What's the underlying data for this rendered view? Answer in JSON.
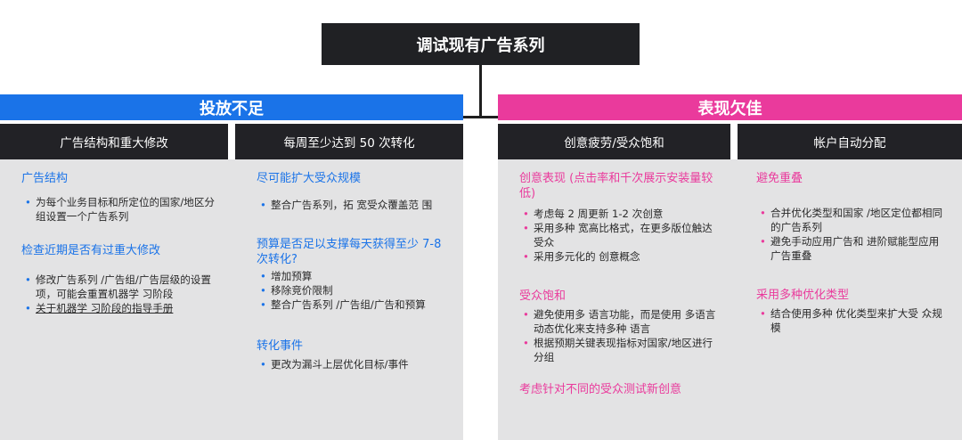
{
  "colors": {
    "blue": "#1a73e8",
    "pink": "#ea3a9c",
    "dark": "#202124",
    "panel": "#e3e3e4"
  },
  "root": {
    "title": "调试现有广告系列"
  },
  "left": {
    "title": "投放不足",
    "col1": {
      "header": "广告结构和重大修改",
      "s1_title": "广告结构",
      "s1_items": [
        "为每个业务目标和所定位的国家/地区分组设置一个广告系列"
      ],
      "s2_title": "检查近期是否有过重大修改",
      "s2_items": [
        "修改广告系列 /广告组/广告层级的设置项，可能会重置机器学 习阶段",
        "关于机器学 习阶段的指导手册"
      ]
    },
    "col2": {
      "header": "每周至少达到 50 次转化",
      "s1_title": "尽可能扩大受众规模",
      "s1_items": [
        "整合广告系列，拓 宽受众覆盖范 围"
      ],
      "s2_title": "预算是否足以支撑每天获得至少 7-8 次转化?",
      "s2_items": [
        "增加预算",
        "移除竞价限制",
        "整合广告系列 /广告组/广告和预算"
      ],
      "s3_title": "转化事件",
      "s3_items": [
        "更改为漏斗上层优化目标/事件"
      ]
    }
  },
  "right": {
    "title": "表现欠佳",
    "col1": {
      "header": "创意疲劳/受众饱和",
      "s1_title": "创意表现 (点击率和千次展示安装量较低)",
      "s1_items": [
        "考虑每 2 周更新 1-2 次创意",
        "采用多种 宽高比格式，在更多版位触达受众",
        "采用多元化的 创意概念"
      ],
      "s2_title": "受众饱和",
      "s2_items": [
        "避免使用多 语言功能，而是使用 多语言动态优化来支持多种 语言",
        "根据预期关键表现指标对国家/地区进行分组"
      ],
      "s3_title": "考虑针对不同的受众测试新创意"
    },
    "col2": {
      "header": "帐户自动分配",
      "s1_title": "避免重叠",
      "s1_items": [
        "合并优化类型和国家 /地区定位都相同的广告系列",
        "避免手动应用广告和 进阶赋能型应用广告重叠"
      ],
      "s2_title": "采用多种优化类型",
      "s2_items": [
        "结合使用多种 优化类型来扩大受 众规模"
      ]
    }
  }
}
